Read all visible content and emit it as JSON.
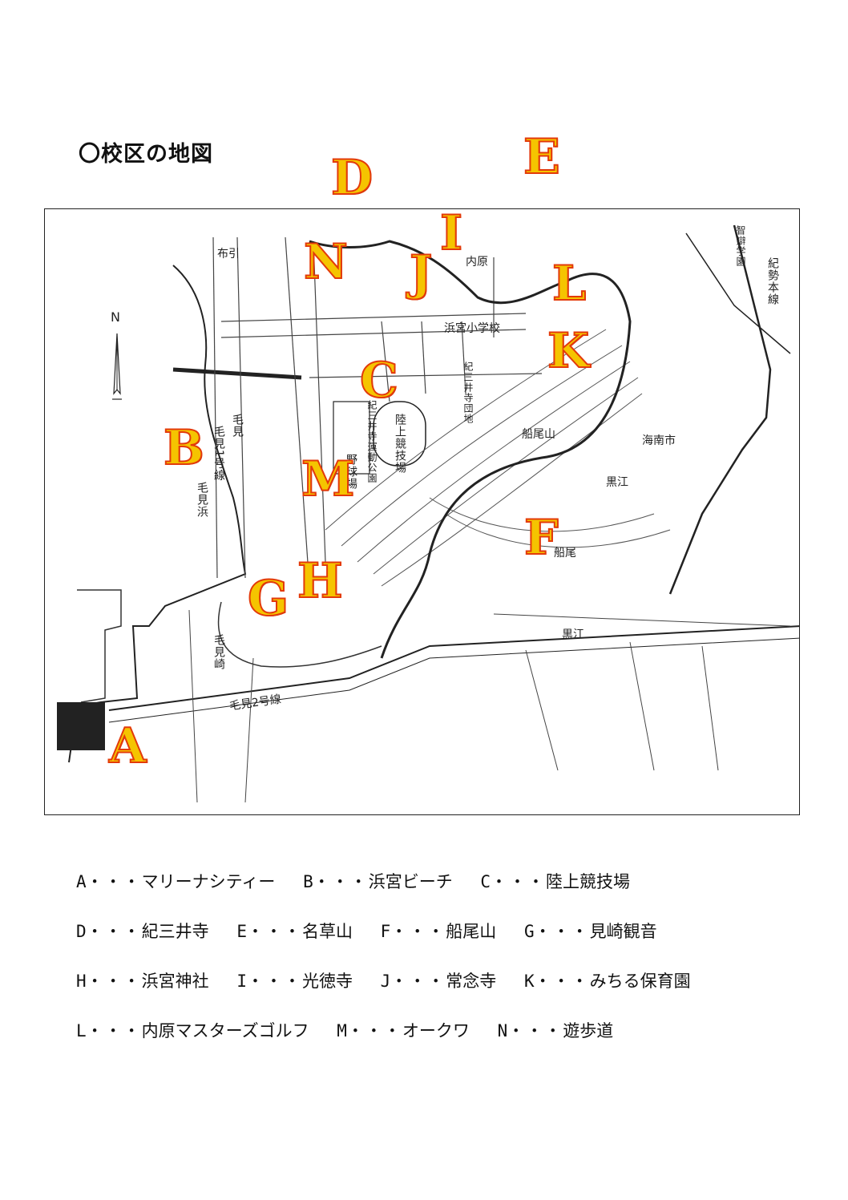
{
  "title": "〇校区の地図",
  "north_symbol": "N",
  "colors": {
    "marker_fill": "#f5c400",
    "marker_outline": "#e33a0a"
  },
  "markers": [
    "A",
    "B",
    "C",
    "D",
    "E",
    "F",
    "G",
    "H",
    "I",
    "J",
    "K",
    "L",
    "M",
    "N"
  ],
  "map_labels": {
    "nunobiki": "布引",
    "uchihara": "内原",
    "school": "浜宮小学校",
    "kemi": "毛見",
    "route1": "毛見1号線",
    "kemi_hama": "毛見浜",
    "kemisaki": "毛見崎",
    "route2": "毛見2号線",
    "funaoyama": "船尾山",
    "kainan": "海南市",
    "kuroe": "黒江",
    "funao": "船尾",
    "kuroe_station": "黒江",
    "kisei_line": "紀勢本線",
    "stadium": "陸上競技場",
    "baseball": "野球場",
    "park": "紀三井寺運動公園",
    "danchi": "紀三井寺団地",
    "chiben": "智辯学園"
  },
  "legend": {
    "separator": "・・・",
    "rows": [
      [
        {
          "key": "A",
          "value": "マリーナシティー"
        },
        {
          "key": "B",
          "value": "浜宮ビーチ"
        },
        {
          "key": "C",
          "value": "陸上競技場"
        }
      ],
      [
        {
          "key": "D",
          "value": "紀三井寺"
        },
        {
          "key": "E",
          "value": "名草山"
        },
        {
          "key": "F",
          "value": "船尾山"
        },
        {
          "key": "G",
          "value": "見崎観音"
        }
      ],
      [
        {
          "key": "H",
          "value": "浜宮神社"
        },
        {
          "key": "I",
          "value": "光徳寺"
        },
        {
          "key": "J",
          "value": "常念寺"
        },
        {
          "key": "K",
          "value": "みちる保育園"
        }
      ],
      [
        {
          "key": "L",
          "value": "内原マスターズゴルフ"
        },
        {
          "key": "M",
          "value": "オークワ"
        },
        {
          "key": "N",
          "value": "遊歩道"
        }
      ]
    ]
  }
}
